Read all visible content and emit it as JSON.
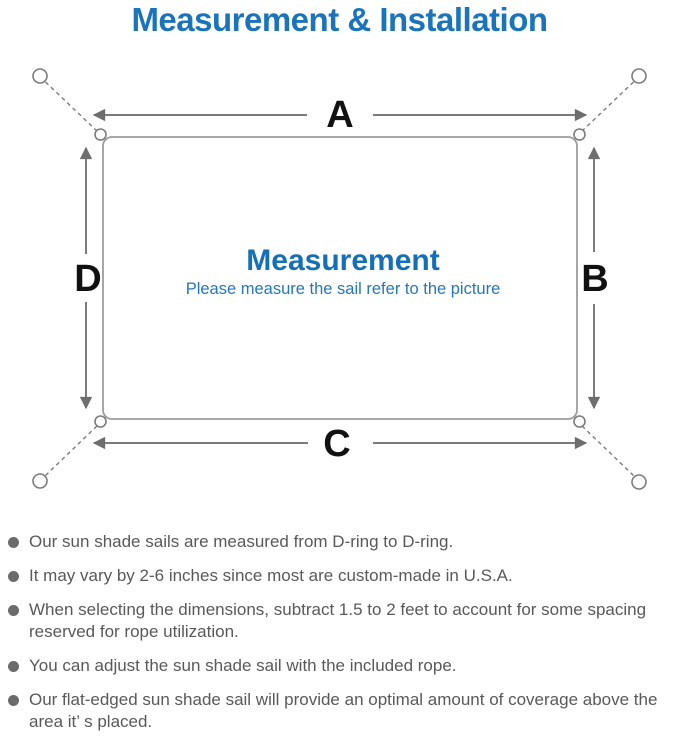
{
  "title": "Measurement & Installation",
  "diagram": {
    "labels": {
      "top": "A",
      "right": "B",
      "bottom": "C",
      "left": "D"
    },
    "center_heading": "Measurement",
    "center_subtitle": "Please measure the sail refer to the picture"
  },
  "notes": [
    "Our sun shade sails are measured from D-ring to D-ring.",
    "It may vary by 2-6 inches since most are custom-made in U.S.A.",
    "When selecting the dimensions, subtract 1.5 to 2 feet to account for some spacing reserved for rope utilization.",
    "You can adjust the sun shade sail with the included rope.",
    "Our flat-edged sun shade sail will provide an optimal amount of coverage above the area it’ s placed."
  ],
  "colors": {
    "title_blue": "#1b74bb",
    "heading_blue": "#156fb7",
    "subtitle_blue": "#2478ba",
    "text_gray": "#59595a",
    "line_gray": "#9c9c9c",
    "arrow_gray": "#7c7c7c"
  }
}
